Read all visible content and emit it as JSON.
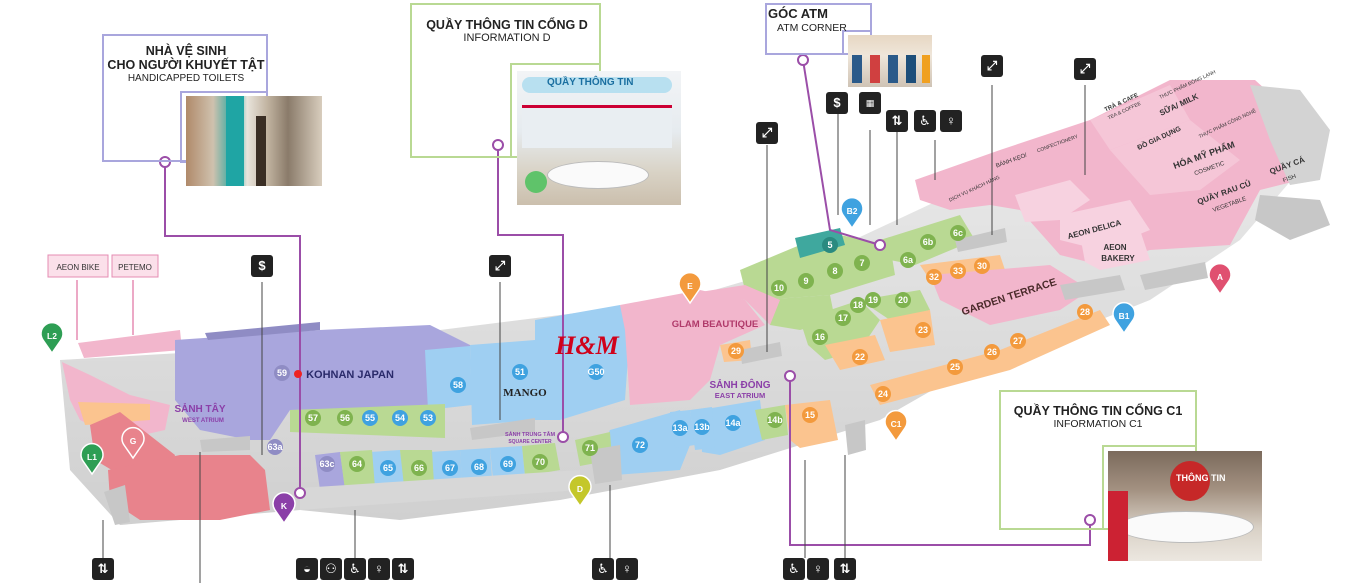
{
  "callouts": {
    "toilets": {
      "title_1": "NHÀ VỆ SINH",
      "title_2": "CHO NGƯỜI KHUYẾT TẬT",
      "subtitle": "HANDICAPPED TOILETS"
    },
    "info_d": {
      "title": "QUẦY THÔNG TIN CỔNG D",
      "subtitle": "INFORMATION D"
    },
    "atm": {
      "title": "GÓC ATM",
      "subtitle": "ATM CORNER"
    },
    "info_c1": {
      "title": "QUẦY THÔNG TIN CỔNG C1",
      "subtitle": "INFORMATION C1"
    }
  },
  "photo_signs": {
    "info_d": "QUẦY THÔNG TIN",
    "info_c1": "THÔNG TIN"
  },
  "stores": {
    "aeon_bike": "AEON BIKE",
    "petemo": "PETEMO",
    "kohnan": "KOHNAN JAPAN",
    "mango": "MANGO",
    "hm": "H&M",
    "glam": "GLAM BEAUTIQUE",
    "garden": "GARDEN TERRACE",
    "aeon_delica": "AEON DELICA",
    "aeon_bakery_1": "AEON",
    "aeon_bakery_2": "BAKERY",
    "banh_keo": "BÁNH KẸO/",
    "confectionery": "CONFECTIONERY",
    "sua": "SỮA/ MILK",
    "hoa_my_pham": "HÓA MỸ PHẨM",
    "cosmetic": "COSMETIC",
    "rau_cu": "QUẦY RAU CỦ",
    "vegetable": "VEGETABLE",
    "quay_ca": "QUẦY CÁ",
    "fish": "FISH",
    "tra_cafe": "TRÀ & CAFE",
    "tea_coffee": "TEA & COFFEE",
    "thuc_pham_dong_lanh": "THỰC PHẨM ĐÔNG LẠNH",
    "do_gia_dung": "ĐỒ GIA DỤNG",
    "thuc_pham_cong_nghe": "THỰC PHẨM CÔNG NGHỆ",
    "dich_vu": "DỊCH VỤ KHÁCH HÀNG"
  },
  "atriums": {
    "west_vi": "SẢNH TÂY",
    "west_en": "WEST ATRIUM",
    "east_vi": "SẢNH ĐÔNG",
    "east_en": "EAST ATRIUM",
    "center_vi": "SẢNH TRUNG TÂM",
    "center_en": "SQUARE CENTER"
  },
  "gates": {
    "l2": "L2",
    "l1": "L1",
    "k": "K",
    "d": "D",
    "c1": "C1",
    "b1": "B1",
    "b2": "B2",
    "a": "A",
    "e": "E",
    "g": "G"
  },
  "units": {
    "u59": "59",
    "u58": "58",
    "u57": "57",
    "u56": "56",
    "u55": "55",
    "u54": "54",
    "u53": "53",
    "u51": "51",
    "u50": "G50",
    "u63a": "63a",
    "u63c": "63c",
    "u64": "64",
    "u65": "65",
    "u66": "66",
    "u67": "67",
    "u68": "68",
    "u69": "69",
    "u70": "70",
    "u71": "71",
    "u72": "72",
    "u13a": "13a",
    "u13b": "13b",
    "u14a": "14a",
    "u14b": "14b",
    "u15": "15",
    "u5": "5",
    "u6a": "6a",
    "u6b": "6b",
    "u6c": "6c",
    "u7": "7",
    "u8": "8",
    "u9": "9",
    "u10": "10",
    "u16": "16",
    "u17": "17",
    "u18": "18",
    "u19": "19",
    "u20": "20",
    "u22": "22",
    "u23": "23",
    "u24": "24",
    "u25": "25",
    "u26": "26",
    "u27": "27",
    "u28": "28",
    "u29": "29",
    "u32": "32",
    "u33": "33",
    "u30": "30"
  },
  "icon_names": [
    "atm-icon",
    "escalator-icon",
    "wheelchair-icon",
    "restroom-icon",
    "elevator-icon",
    "baby-care-icon"
  ],
  "colors": {
    "lavender": "#a9a6dd",
    "blue": "#9fcff2",
    "green": "#b9d993",
    "pink": "#f2b6cc",
    "orange": "#fbc48f",
    "red": "#e8838c",
    "teal": "#3fa89e",
    "gray": "#c7c7c7",
    "purple_line": "#9b4ea8"
  }
}
